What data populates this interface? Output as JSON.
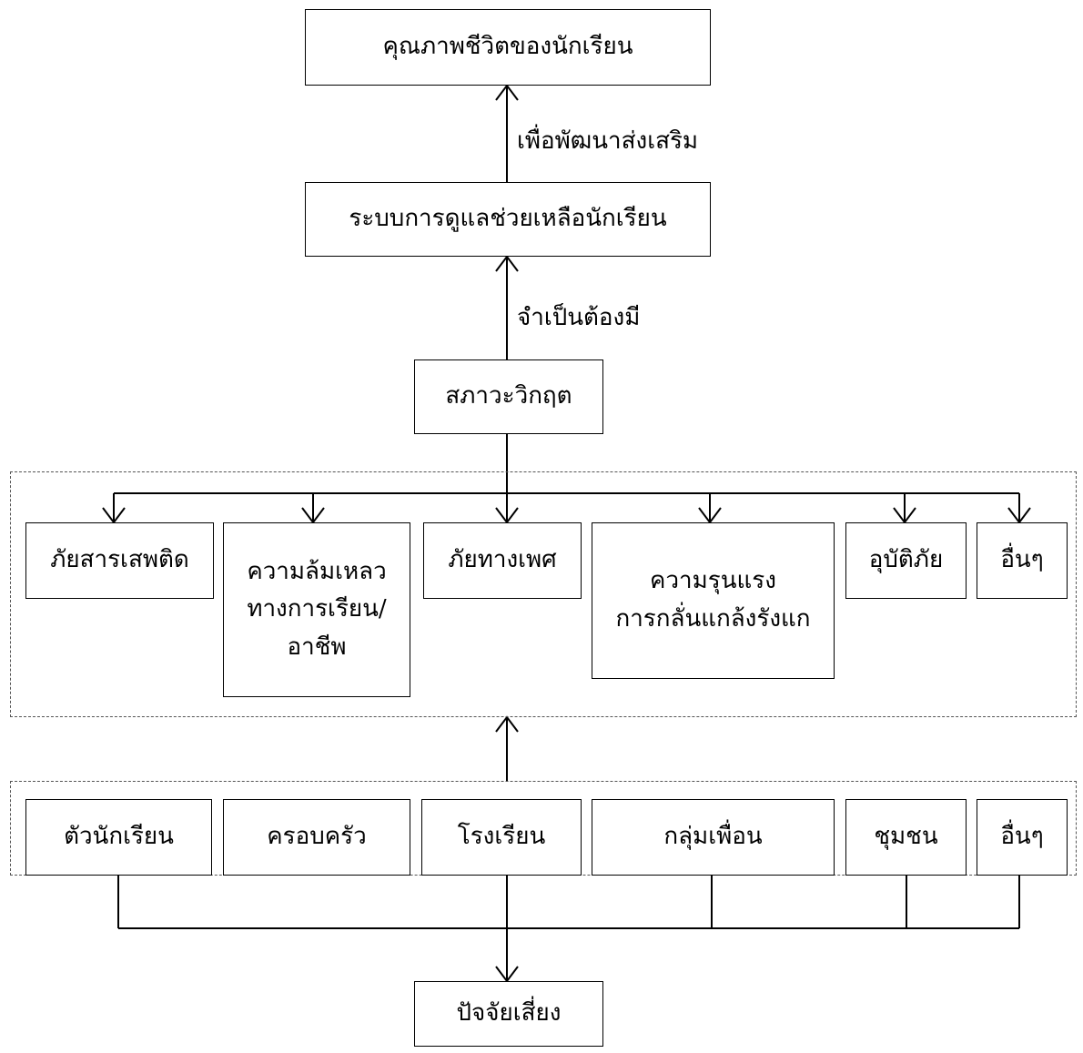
{
  "top": {
    "quality": "คุณภาพชีวิตของนักเรียน",
    "system": "ระบบการดูแลช่วยเหลือนักเรียน",
    "crisis": "สภาวะวิกฤต",
    "risk": "ปัจจัยเสี่ยง"
  },
  "edge_labels": {
    "promote": "เพื่อพัฒนาส่งเสริม",
    "required": "จำเป็นต้องมี"
  },
  "crisis_items": [
    "ภัยสารเสพติด",
    "ความล้มเหลว\nทางการเรียน/\nอาชีพ",
    "ภัยทางเพศ",
    "ความรุนแรง\nการกลั่นแกล้งรังแก",
    "อุบัติภัย",
    "อื่นๆ"
  ],
  "risk_items": [
    "ตัวนักเรียน",
    "ครอบครัว",
    "โรงเรียน",
    "กลุ่มเพื่อน",
    "ชุมชน",
    "อื่นๆ"
  ]
}
